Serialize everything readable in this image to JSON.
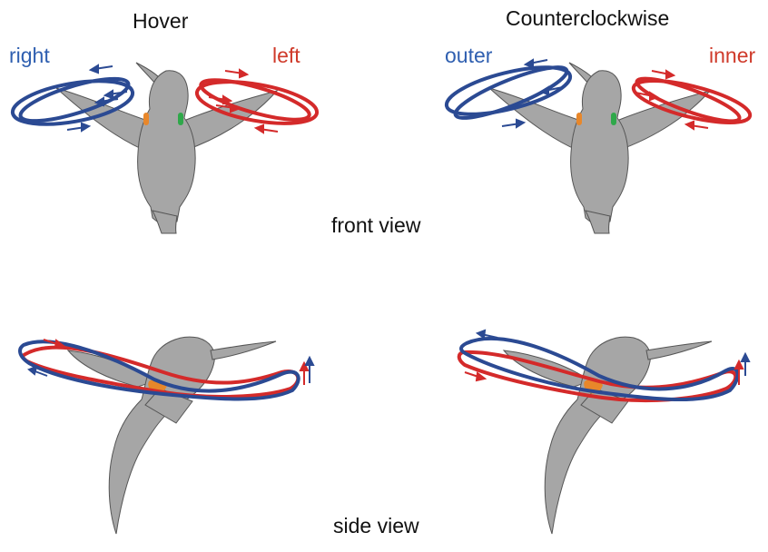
{
  "titles": {
    "left": "Hover",
    "right": "Counterclockwise"
  },
  "hover_labels": {
    "blue": "right",
    "red": "left"
  },
  "ccw_labels": {
    "blue": "outer",
    "red": "inner"
  },
  "view_labels": {
    "front": "front view",
    "side": "side view"
  },
  "colors": {
    "blue": "#2b4a93",
    "red": "#d42a2a",
    "blue_text": "#2f5fb0",
    "red_text": "#cf3a2a",
    "bird_fill": "#a6a6a6",
    "bird_stroke": "#555555",
    "orange": "#e8872a",
    "green": "#2fa84a"
  },
  "icons": [
    "hummingbird-front-icon",
    "hummingbird-side-icon",
    "arrow-icon"
  ]
}
